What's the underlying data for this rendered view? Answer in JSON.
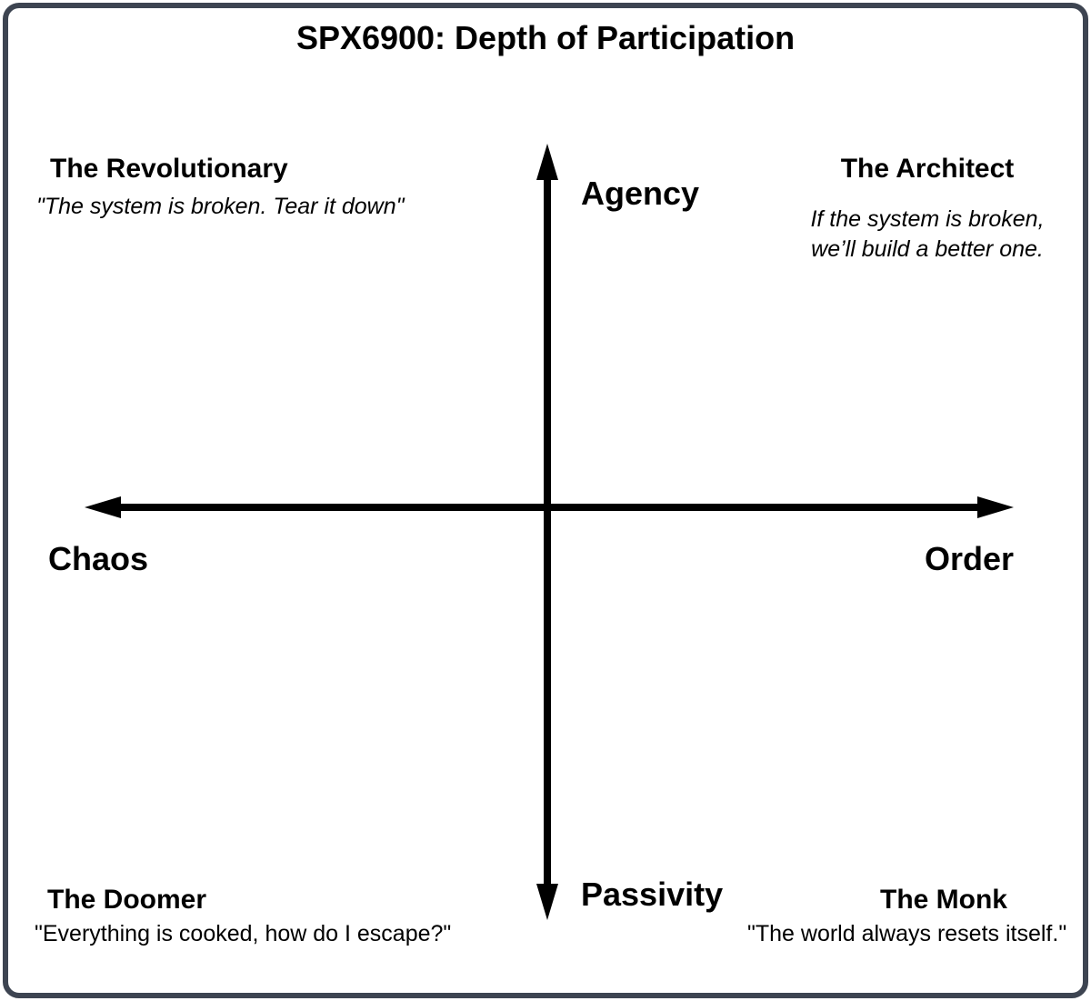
{
  "title": "SPX6900: Depth of Participation",
  "frame": {
    "border_color": "#3d4451",
    "background_color": "#ffffff"
  },
  "axes": {
    "color": "#000000",
    "vertical": {
      "top_label": "Agency",
      "bottom_label": "Passivity"
    },
    "horizontal": {
      "left_label": "Chaos",
      "right_label": "Order"
    }
  },
  "quadrants": {
    "top_left": {
      "name": "The Revolutionary",
      "quote": "\"The system is broken. Tear it down\""
    },
    "top_right": {
      "name": "The Architect",
      "quote_line1": "If the system is broken,",
      "quote_line2": "we’ll build a better one."
    },
    "bottom_left": {
      "name": "The Doomer",
      "quote": "\"Everything is cooked, how do I escape?\""
    },
    "bottom_right": {
      "name": "The Monk",
      "quote": "\"The world always resets itself.\""
    }
  }
}
